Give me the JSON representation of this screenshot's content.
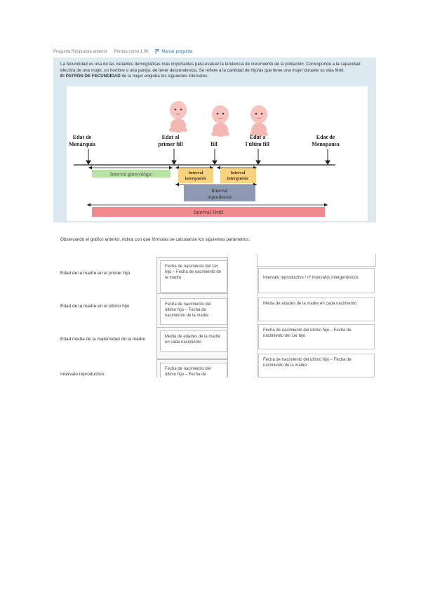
{
  "toolbar": {
    "left1": "Pregunta Respuesta anterior",
    "left2": "Puntúa como 1,00",
    "flag_label": "Marcar pregunta"
  },
  "intro": {
    "p1": "La fecundidad es una de las variables demográficas más importantes para evaluar la tendencia de crecimiento de la población. Corresponde a la capacidad efectiva de una mujer, un hombre o una pareja, de tener descendencia. Se refiere a la cantidad de hijo/as que tiene una mujer durante su vida fértil.",
    "p2_bold": "El PATRÓN DE FECUNDIDAD",
    "p2_rest": " de la mujer engloba los siguientes intervalos:"
  },
  "figure": {
    "labels": {
      "menarquia": [
        "Edat de",
        "Menàrquia"
      ],
      "primer": [
        "Edat al",
        "primer fill"
      ],
      "fill": [
        "fill"
      ],
      "ultim": [
        "Edat a",
        "l'últim fill"
      ],
      "menopausa": [
        "Edat de",
        "Menopausa"
      ]
    },
    "intervals": {
      "ginecologic": "Interval ginecològic",
      "intergenesic1": [
        "Interval",
        "intergenèsic"
      ],
      "intergenesic2": [
        "Interval",
        "intergenèsic"
      ],
      "reproductor": [
        "Interval",
        "reproductor"
      ],
      "fertil": "Interval fèrtil"
    },
    "colors": {
      "ginecologic": "#b9e3a6",
      "intergenesic": "#f8d27d",
      "reproductor": "#8e9ab3",
      "fertil": "#f2898f"
    }
  },
  "question": "Observando el gráfico anterior, indica con qué fórmulas se calcularían los siguientes parámetros:",
  "rows": [
    {
      "label": "Edad de la madre en el primer hijo",
      "answer": "Fecha de nacimiento del 1er hijo – Fecha de nacimiento de la madre"
    },
    {
      "label": "Edad de la madre en el último hijo",
      "answer": "Fecha de nacimiento del último hijo – Fecha de nacimiento de la madre"
    },
    {
      "label": "Edad media de la maternidad de la madre",
      "answer": "Media de edades de la madre en cada nacimiento"
    },
    {
      "label": "Intervalo reproductivo",
      "answer": "Fecha de nacimiento del último hijo – Fecha de"
    }
  ],
  "options": [
    "Intervalo reproductivo / nº intervalos intergenésicos",
    "Media de edades de la madre en cada nacimiento",
    "Fecha de nacimiento del último hijo – Fecha de nacimiento del 1er hijo",
    "Fecha de nacimiento del último hijo – Fecha de nacimiento de la madre"
  ]
}
